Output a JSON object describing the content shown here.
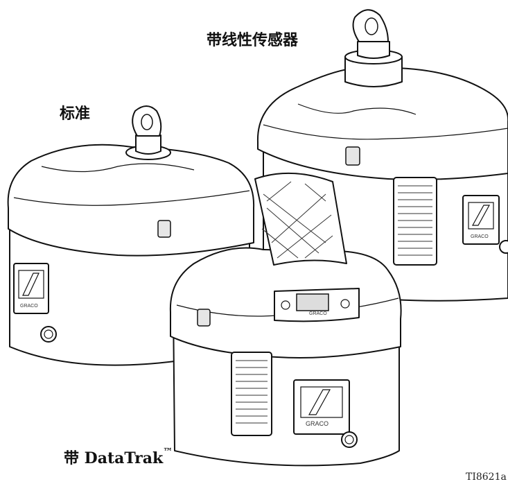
{
  "labels": {
    "linear_sensor": "带线性传感器",
    "standard": "标准",
    "datatrak_prefix": "带 DataTrak",
    "datatrak_tm": "™"
  },
  "figure_id": "TI8621a",
  "brand": "GRACO"
}
